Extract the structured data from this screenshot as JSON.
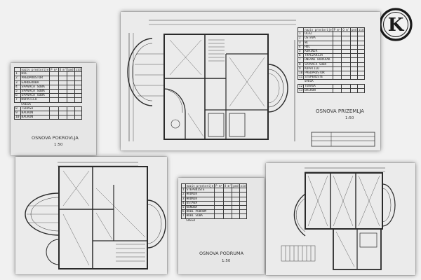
{
  "logo": {
    "letter": "K",
    "color": "#1a1a1a"
  },
  "sheets": {
    "roof": {
      "caption": "OSNOVA POKROVLJA",
      "scale": "1:50",
      "table": {
        "headers": [
          "naziv prostorije",
          "P m²",
          "O m'",
          "pod",
          "zid"
        ],
        "rows": [
          [
            "1",
            "HOL",
            "",
            "",
            ""
          ],
          [
            "2",
            "PREDPROSTOR",
            "",
            "",
            ""
          ],
          [
            "3",
            "GARDEROBA",
            "",
            "",
            ""
          ],
          [
            "4",
            "SPAVAĆA SOBA",
            "",
            "",
            ""
          ],
          [
            "5",
            "SPAVAĆA SOBA",
            "",
            "",
            ""
          ],
          [
            "6",
            "SPAVAĆA SOBA",
            "",
            "",
            ""
          ],
          [
            "7",
            "KUPATILO",
            "",
            "",
            ""
          ],
          [
            "",
            "SVEGA",
            "",
            "",
            ""
          ],
          [
            "8",
            "TERASA",
            "",
            "",
            ""
          ],
          [
            "9",
            "BALKON",
            "",
            "",
            ""
          ],
          [
            "10",
            "BALKON",
            "",
            "",
            ""
          ]
        ]
      }
    },
    "ground": {
      "caption": "OSNOVA PRIZEMLJA",
      "scale": "1:50",
      "table": {
        "headers": [
          "naziv prostorije",
          "P m²",
          "O m'",
          "pod",
          "zid"
        ],
        "rows": [
          [
            "1",
            "ULAZ",
            "",
            "",
            ""
          ],
          [
            "2",
            "OSTAVA",
            "",
            "",
            ""
          ],
          [
            "3",
            "WC",
            "",
            "",
            ""
          ],
          [
            "4",
            "HOL",
            "",
            "",
            ""
          ],
          [
            "5",
            "KUHINJA",
            "",
            "",
            ""
          ],
          [
            "6",
            "TRPEZARIJA",
            "",
            "",
            ""
          ],
          [
            "7",
            "DNEVNI BORAVAK",
            "",
            "",
            ""
          ],
          [
            "8",
            "SPAVAĆA SOBA",
            "",
            "",
            ""
          ],
          [
            "9",
            "KUPATILO",
            "",
            "",
            ""
          ],
          [
            "10",
            "PREDPROSTOR",
            "",
            "",
            ""
          ],
          [
            "11",
            "STEPENIŠTE",
            "",
            "",
            ""
          ],
          [
            "",
            "SVEGA",
            "",
            "",
            ""
          ],
          [
            "12",
            "TERASA",
            "",
            "",
            ""
          ],
          [
            "13",
            "BALKON",
            "",
            "",
            ""
          ]
        ]
      }
    },
    "basement": {
      "caption": "OSNOVA PODRUMA",
      "scale": "1:50",
      "table": {
        "headers": [
          "naziv prostorije",
          "P m²",
          "O m'",
          "pod",
          "zid"
        ],
        "rows": [
          [
            "1",
            "STEPENIŠTE",
            "",
            "",
            ""
          ],
          [
            "2",
            "HODNIK",
            "",
            "",
            ""
          ],
          [
            "3",
            "HODNIK",
            "",
            "",
            ""
          ],
          [
            "4",
            "OSTAVA",
            "",
            "",
            ""
          ],
          [
            "5",
            "KONOBA",
            "",
            "",
            ""
          ],
          [
            "6",
            "HOBI PODRUM",
            "",
            "",
            ""
          ],
          [
            "7",
            "HOBI SOBA",
            "",
            "",
            ""
          ],
          [
            "",
            "SVEGA",
            "",
            "",
            ""
          ]
        ]
      }
    }
  }
}
